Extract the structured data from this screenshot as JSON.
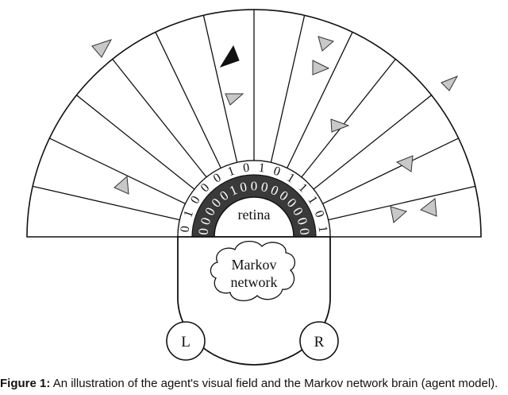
{
  "diagram": {
    "retina_label": "retina",
    "brain_label_line1": "Markov",
    "brain_label_line2": "network",
    "left_motor_label": "L",
    "right_motor_label": "R",
    "retina_outer_bits": "01000101011101",
    "retina_inner_bits": "000001000000000",
    "colors": {
      "stroke": "#111111",
      "retina_fill": "#3a3a3a",
      "retina_text": "#ffffff",
      "triangle_fill": "#c8c8c8",
      "target_fill": "#111111"
    }
  },
  "caption": {
    "label": "Figure 1:",
    "text": "An illustration of the agent's visual field and the Markov network brain (agent model)."
  }
}
